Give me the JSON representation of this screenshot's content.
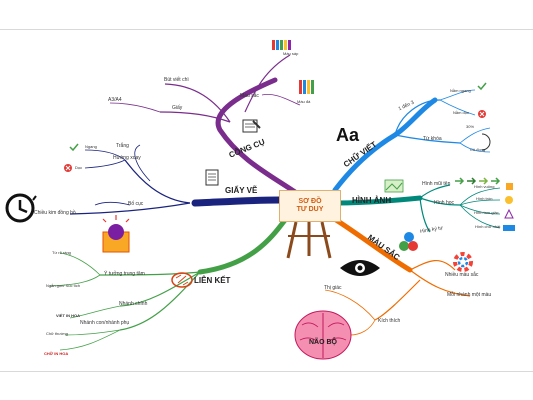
{
  "center": {
    "line1": "SƠ ĐỒ",
    "line2": "TƯ DUY"
  },
  "branches": {
    "cong_cu": "CÔNG CỤ",
    "giay_ve": "GIẤY VẼ",
    "chu_viet": "CHỮ VIẾT",
    "hinh_anh": "HÌNH ẢNH",
    "mau_sac": "MÀU SẮC",
    "lien_ket": "LIÊN KẾT",
    "nao_bo": "NÃO BỘ"
  },
  "cong_cu": {
    "but_viet_chi": "Bút viết chì",
    "giay": "Giấy",
    "a3a4": "A3/A4",
    "mau_sac": "Màu sắc",
    "mau_sap": "Màu sáp",
    "mau_da": "Màu đá"
  },
  "giay_ve": {
    "trang": "Trắng",
    "huong_xoay": "Hướng xoay",
    "ngang": "Ngang",
    "doc": "Dọc",
    "bo_cuc": "Bố cục",
    "chieu_kim": "Chiều kim đồng hồ"
  },
  "chu_viet": {
    "aa": "Aa",
    "one_to_three": "1 đến 3",
    "nam_ngang": "Nằm ngang",
    "nam_doc": "Nằm dọc",
    "tu_khoa": "Từ khóa",
    "pct": "30%",
    "co_dong": "Cô đọng"
  },
  "hinh_anh": {
    "hinh_mui_ten": "Hình mũi tên",
    "hinh_hoc": "Hình học",
    "hinh_vuong": "Hình vuông",
    "hinh_tron": "Hình tròn",
    "hinh_tam_giac": "Hình tam giác",
    "hinh_chu_nhat": "Hình chữ nhật",
    "hinh_ky_tu": "Hình ký tự"
  },
  "mau_sac": {
    "nhieu_mau_sac": "Nhiều màu sắc",
    "moi_nhanh": "Mỗi nhánh một màu"
  },
  "lien_ket": {
    "y_tuong": "Ý tưởng trung tâm",
    "tu_ro_rang": "Từ rõ ràng",
    "ngan_gon": "Ngắn gọn/ Súc tích",
    "nhanh_chinh": "Nhánh chính",
    "nhanh_con": "Nhánh con/nhánh phụ",
    "viet_in_hoa": "VIẾT IN HOA",
    "chu_thuong": "Chữ thường",
    "chu_in_hoa": "CHỮ IN HOA"
  },
  "nao_bo": {
    "thi_giac": "Thị giác",
    "kich_thich": "Kích thích"
  },
  "colors": {
    "purple": "#7a2d8c",
    "navy": "#1a237e",
    "blue": "#1e88e5",
    "teal": "#00897b",
    "orange": "#ef6c00",
    "green": "#43a047",
    "center": "#d25a10"
  }
}
